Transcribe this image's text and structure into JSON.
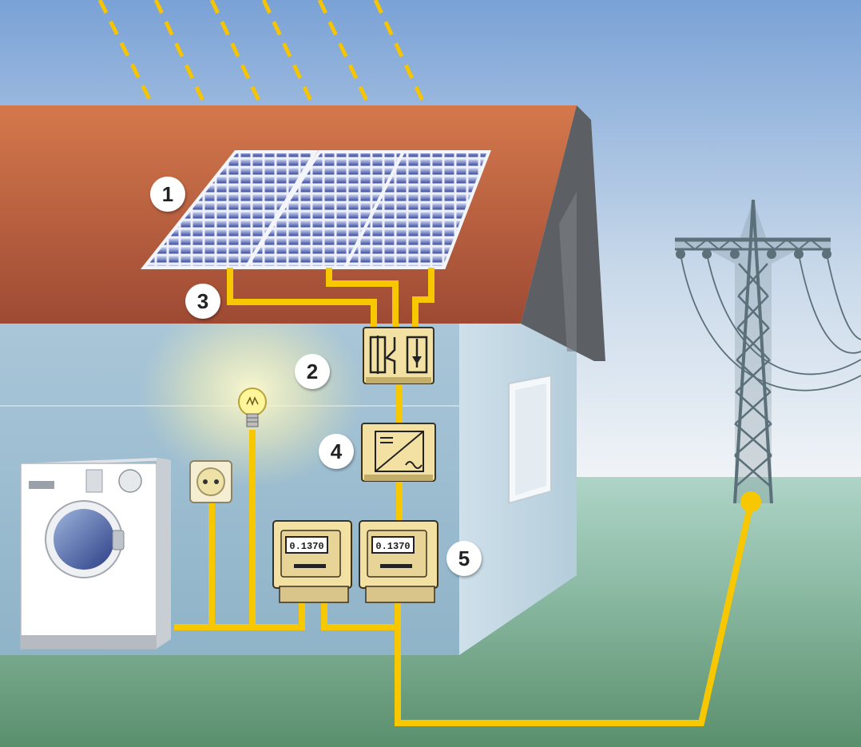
{
  "callouts": {
    "solar_modules": "1",
    "junction_box": "2",
    "dc_cable": "3",
    "inverter": "4",
    "meters": "5"
  },
  "meters": {
    "consumption_reading": "0.1370",
    "feed_in_reading": "0.1370"
  },
  "colors": {
    "sky_top": "#7da4d6",
    "sky_bottom": "#f1f5f8",
    "roof": "#c8643e",
    "wall": "#9fbfd3",
    "ground": "#6d9d7f",
    "cable": "#f7c800",
    "device": "#f3e1a3",
    "pylon": "#5b7079"
  },
  "icons": {
    "sun_rays": "dashed-arrow-icon",
    "light": "light-bulb-icon",
    "socket": "power-socket-icon",
    "appliance": "washing-machine-icon",
    "grid": "power-pylon-icon"
  }
}
